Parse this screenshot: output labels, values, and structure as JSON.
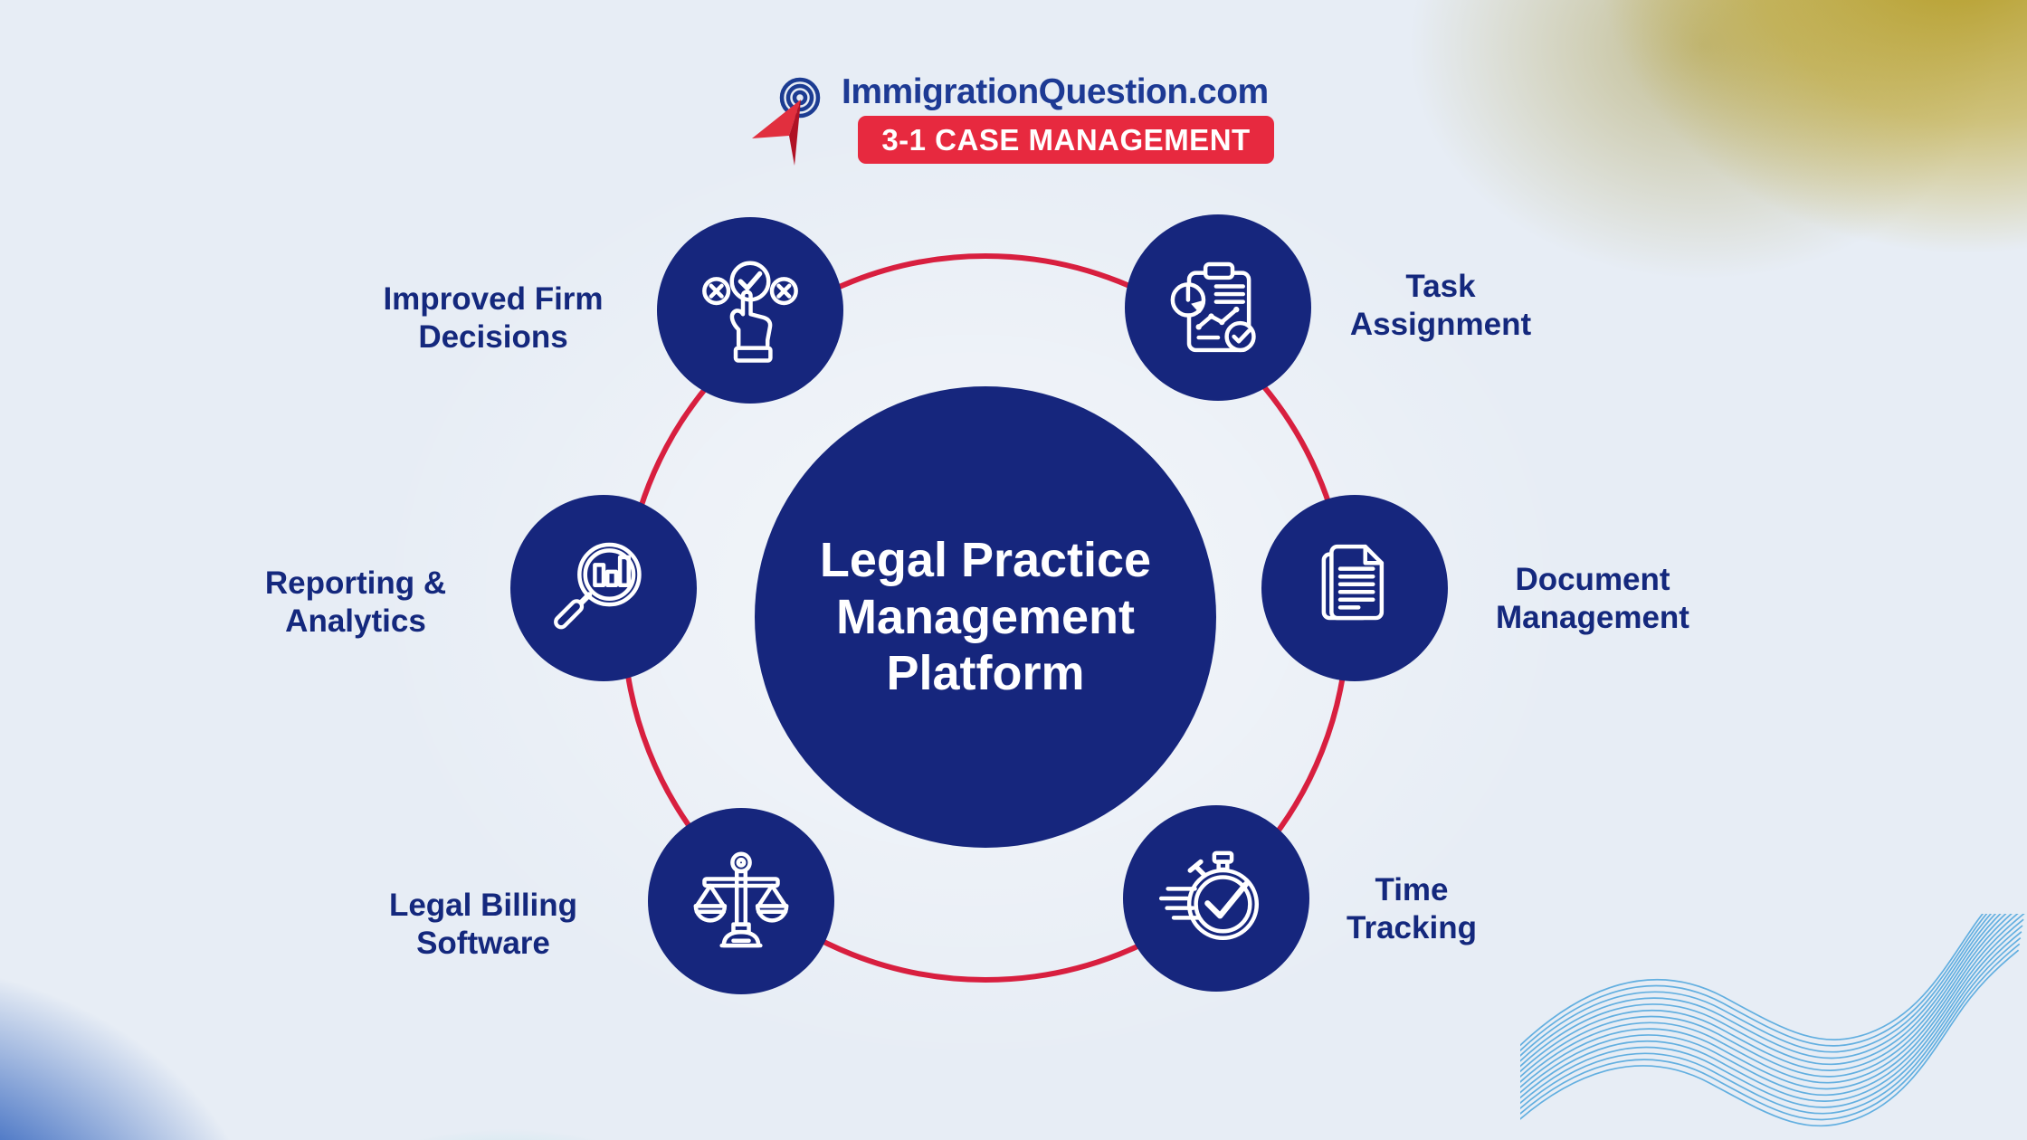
{
  "header": {
    "brand": "ImmigrationQuestion.com",
    "banner": "3-1 CASE MANAGEMENT"
  },
  "center": {
    "lines": [
      "Legal Practice",
      "Management",
      "Platform"
    ]
  },
  "nodes": [
    {
      "id": "improved-firm-decisions",
      "lines": [
        "Improved Firm",
        "Decisions"
      ],
      "icon": "choice-check-hand-icon"
    },
    {
      "id": "task-assignment",
      "lines": [
        "Task",
        "Assignment"
      ],
      "icon": "clipboard-chart-icon"
    },
    {
      "id": "document-management",
      "lines": [
        "Document",
        "Management"
      ],
      "icon": "documents-icon"
    },
    {
      "id": "time-tracking",
      "lines": [
        "Time",
        "Tracking"
      ],
      "icon": "stopwatch-check-icon"
    },
    {
      "id": "legal-billing-software",
      "lines": [
        "Legal Billing",
        "Software"
      ],
      "icon": "justice-scales-icon"
    },
    {
      "id": "reporting-analytics",
      "lines": [
        "Reporting &",
        "Analytics"
      ],
      "icon": "magnifier-bars-icon"
    }
  ],
  "colors": {
    "background": "#e7edf5",
    "navy_circle": "#16267d",
    "label_navy": "#14287d",
    "brand_blue": "#1d3a94",
    "banner_red": "#e7293f",
    "ring_red": "#d81f3f",
    "arrow_red_light": "#e12f3e",
    "arrow_red_dark": "#b01225",
    "wave_blue": "#55a9de",
    "blob_gold": "#b09514",
    "blob_blue": "#1f55b8",
    "blob_teal": "#24c4be"
  }
}
